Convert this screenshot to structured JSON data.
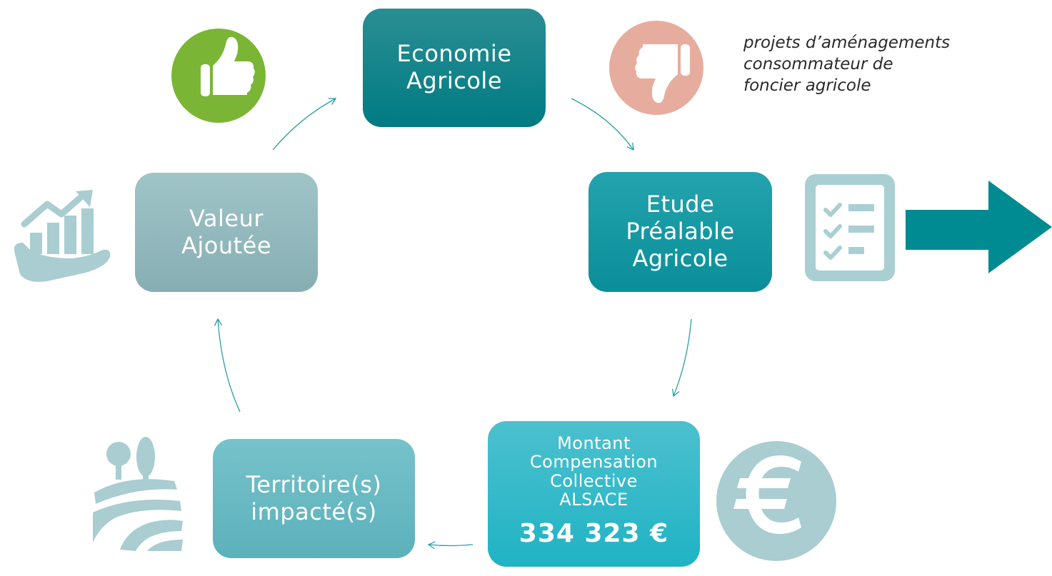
{
  "cycle": {
    "economie": {
      "lines": [
        "Economie",
        "Agricole"
      ]
    },
    "etude": {
      "lines": [
        "Etude",
        "Préalable",
        "Agricole"
      ]
    },
    "montant": {
      "lines": [
        "Montant",
        "Compensation",
        "Collective",
        "ALSACE"
      ],
      "amount": "334 323 €"
    },
    "territoire": {
      "lines": [
        "Territoire(s)",
        "impacté(s)"
      ]
    },
    "valeur": {
      "lines": [
        "Valeur",
        "Ajoutée"
      ]
    }
  },
  "annotation": {
    "lines": [
      "projets d’aménagements",
      "consommateur de",
      "foncier agricole"
    ]
  },
  "icons": {
    "thumbs_up": "thumbs-up-icon",
    "thumbs_down": "thumbs-down-icon",
    "checklist": "checklist-icon",
    "arrow": "big-right-arrow-icon",
    "euro": "euro-icon",
    "growth": "growth-hand-icon",
    "landscape": "farmland-landscape-icon"
  },
  "colors": {
    "teal_dark": "#007b83",
    "teal_mid": "#0a8e99",
    "teal_light": "#1fb3c4",
    "green": "#7ab535",
    "salmon": "#e6ad9e",
    "grey_teal": "#a3cbce"
  }
}
